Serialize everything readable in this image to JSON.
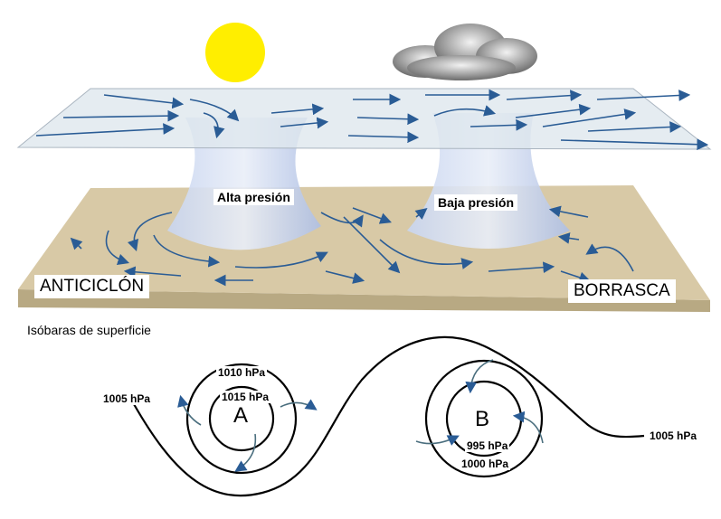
{
  "diagram": {
    "top_labels": {
      "high_pressure": "Alta presión",
      "low_pressure": "Baja presión",
      "anticyclone": "ANTICICLÓN",
      "storm": "BORRASCA"
    },
    "section_title": "Isóbaras de superficie",
    "map": {
      "center_high": "A",
      "center_low": "B",
      "isobars": {
        "left_1005": "1005 hPa",
        "right_1005": "1005 hPa",
        "high_outer": "1010 hPa",
        "high_inner": "1015 hPa",
        "low_inner": "995 hPa",
        "low_outer": "1000 hPa"
      }
    },
    "colors": {
      "sun": "#ffee00",
      "arrow": "#2a5c95",
      "ground": "#d8c9a6",
      "plane": "#dfe7ee",
      "column": "#b9c9ea"
    }
  }
}
